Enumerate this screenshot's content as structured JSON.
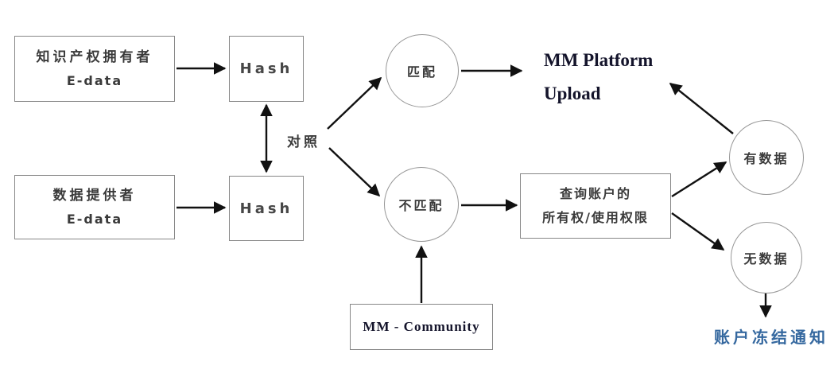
{
  "diagram": {
    "nodes": {
      "ip_owner": {
        "line1": "知识产权拥有者",
        "line2": "E-data"
      },
      "hash_top": {
        "label": "Hash"
      },
      "data_provider": {
        "line1": "数据提供者",
        "line2": "E-data"
      },
      "hash_bottom": {
        "label": "Hash"
      },
      "match": {
        "label": "匹配"
      },
      "mismatch": {
        "label": "不匹配"
      },
      "platform": {
        "line1": "MM Platform",
        "line2": "Upload"
      },
      "query": {
        "line1": "查询账户的",
        "line2": "所有权/使用权限"
      },
      "has_data": {
        "label": "有数据"
      },
      "no_data": {
        "label": "无数据"
      },
      "community": {
        "label": "MM - Community"
      },
      "freeze_notice": {
        "label": "账户冻结通知"
      }
    },
    "labels": {
      "compare": "对照"
    },
    "colors": {
      "arrow": "#111111",
      "box_border": "#878787",
      "circle_border": "#979797",
      "node_text": "#3a3a3a",
      "serif_text": "#14142b",
      "freeze_notice_text": "#35689f",
      "background": "#ffffff"
    }
  }
}
